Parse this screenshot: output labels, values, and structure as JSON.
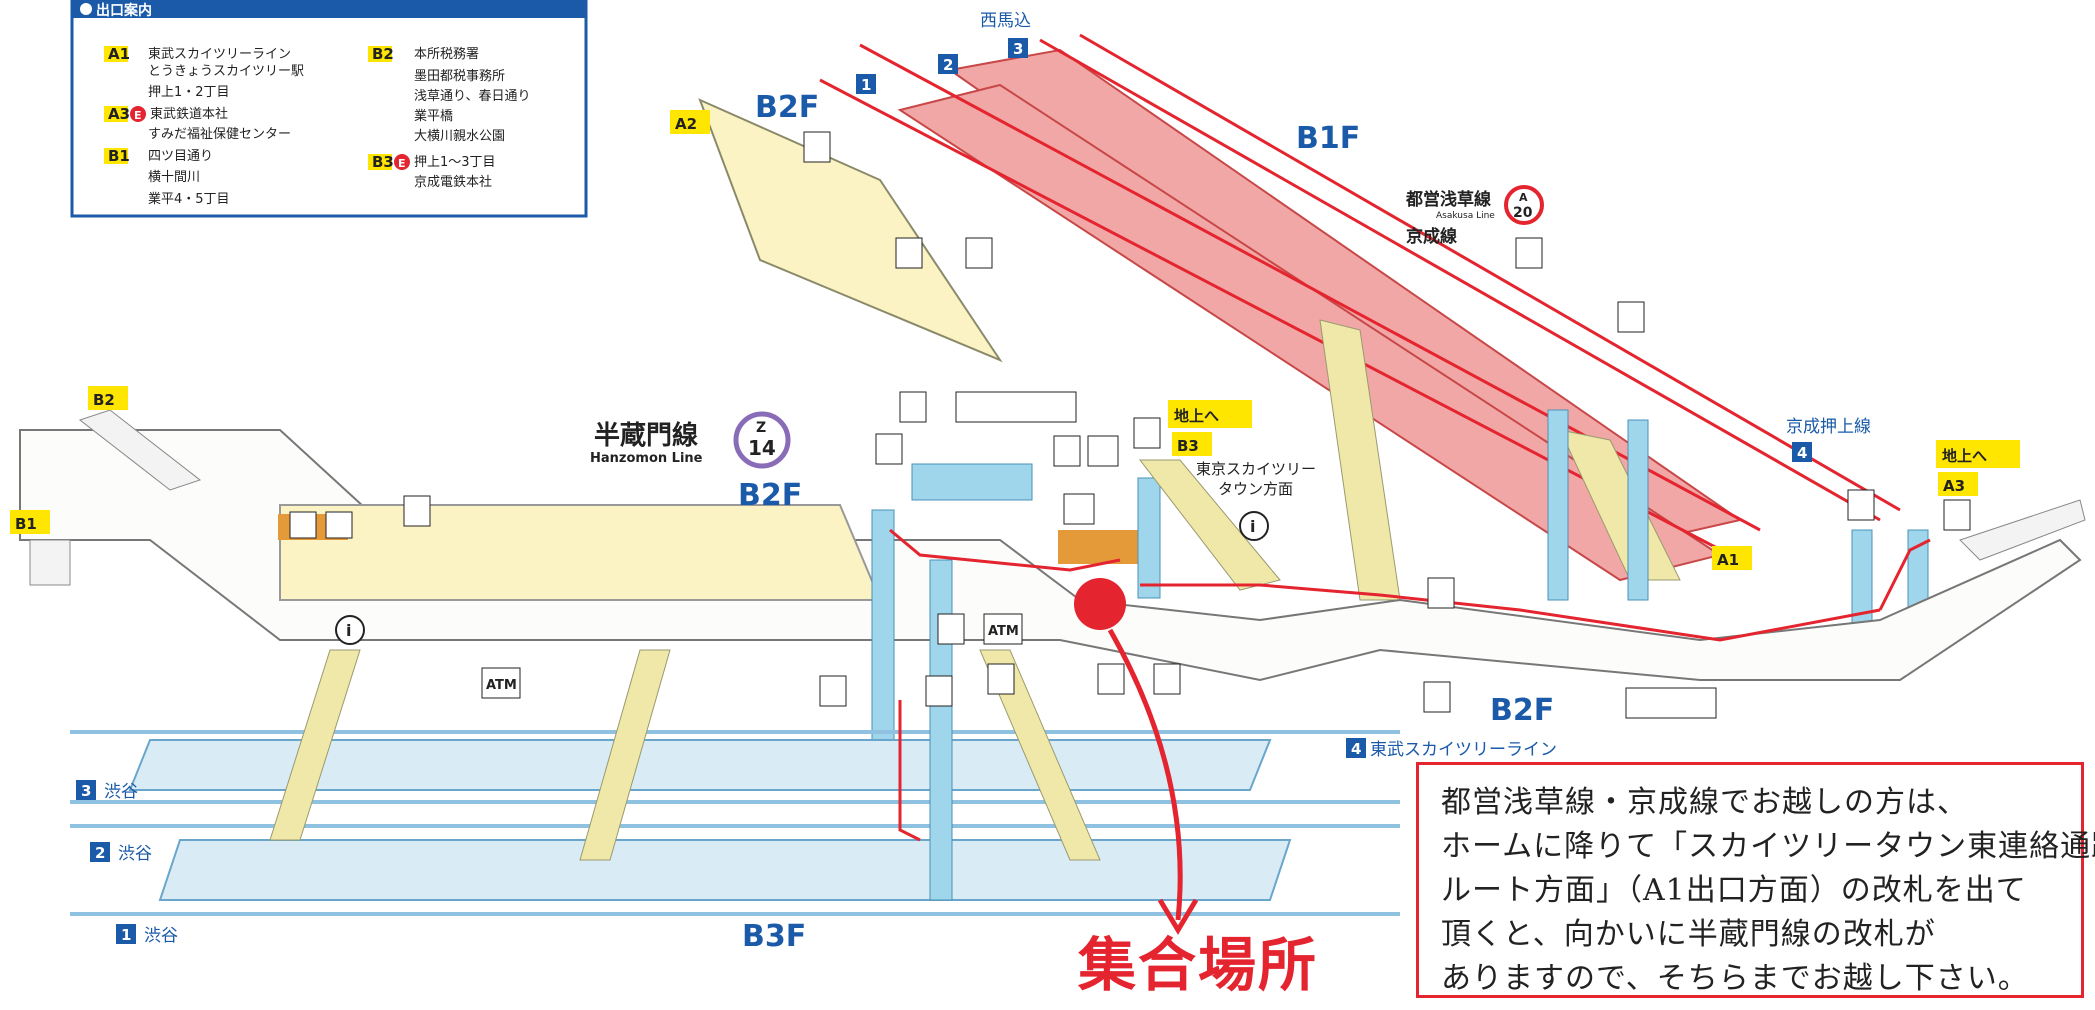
{
  "legend": {
    "title": "出口案内",
    "entries": [
      {
        "code": "A1",
        "lines": [
          "東武スカイツリーライン",
          "とうきょうスカイツリー駅",
          "押上1・2丁目"
        ]
      },
      {
        "code": "A3",
        "mark": "E",
        "lines": [
          "東武鉄道本社",
          "すみだ福祉保健センター"
        ]
      },
      {
        "code": "B1",
        "lines": [
          "四ツ目通り",
          "横十間川",
          "業平4・5丁目"
        ]
      },
      {
        "code": "B2",
        "lines": [
          "本所税務署",
          "墨田都税事務所",
          "浅草通り、春日通り",
          "業平橋",
          "大横川親水公園"
        ]
      },
      {
        "code": "B3",
        "mark": "E",
        "lines": [
          "押上1～3丁目",
          "京成電鉄本社"
        ]
      }
    ]
  },
  "floors": {
    "b1f": "B1F",
    "b2f_north": "B2F",
    "b2f_center": "B2F",
    "b2f_east": "B2F",
    "b3f": "B3F"
  },
  "exits": {
    "a1": "A1",
    "a2": "A2",
    "a3": "A3",
    "b1": "B1",
    "b2": "B2",
    "b3": "B3"
  },
  "lines": {
    "hanzomon_name": "半蔵門線",
    "hanzomon_en": "Hanzomon Line",
    "hanzomon_code": "Z",
    "hanzomon_num": "14",
    "asakusa_name": "都営浅草線",
    "asakusa_en": "Asakusa Line",
    "asakusa_code": "A",
    "asakusa_num": "20",
    "keisei": "京成線",
    "keisei_oshiage": "京成押上線",
    "tobu": "東武スカイツリーライン"
  },
  "directions": {
    "nishimagome": "西馬込",
    "shibuya": "渋谷",
    "skytree_town_1": "東京スカイツリー",
    "skytree_town_2": "タウン方面",
    "to_ground_1": "地上へ",
    "to_ground_2": "地上へ"
  },
  "platform_numbers": {
    "p1": "1",
    "p2": "2",
    "p3": "3",
    "p4": "4"
  },
  "icons_text": {
    "atm": "ATM",
    "info": "i"
  },
  "note": [
    "都営浅草線・京成線でお越しの方は、",
    "ホームに降りて「スカイツリータウン東連絡通路",
    "ルート方面」（A1出口方面）の改札を出て",
    "頂くと、向かいに半蔵門線の改札が",
    "ありますので、そちらまでお越し下さい。"
  ],
  "meeting_point": "集合場所",
  "colors": {
    "track_blue": "#1a5aa8",
    "route_red": "#e4242e",
    "concourse_yellow": "#fcf3c4",
    "platform_pink": "#f2a7a7",
    "exit_yellow": "#ffe600"
  }
}
